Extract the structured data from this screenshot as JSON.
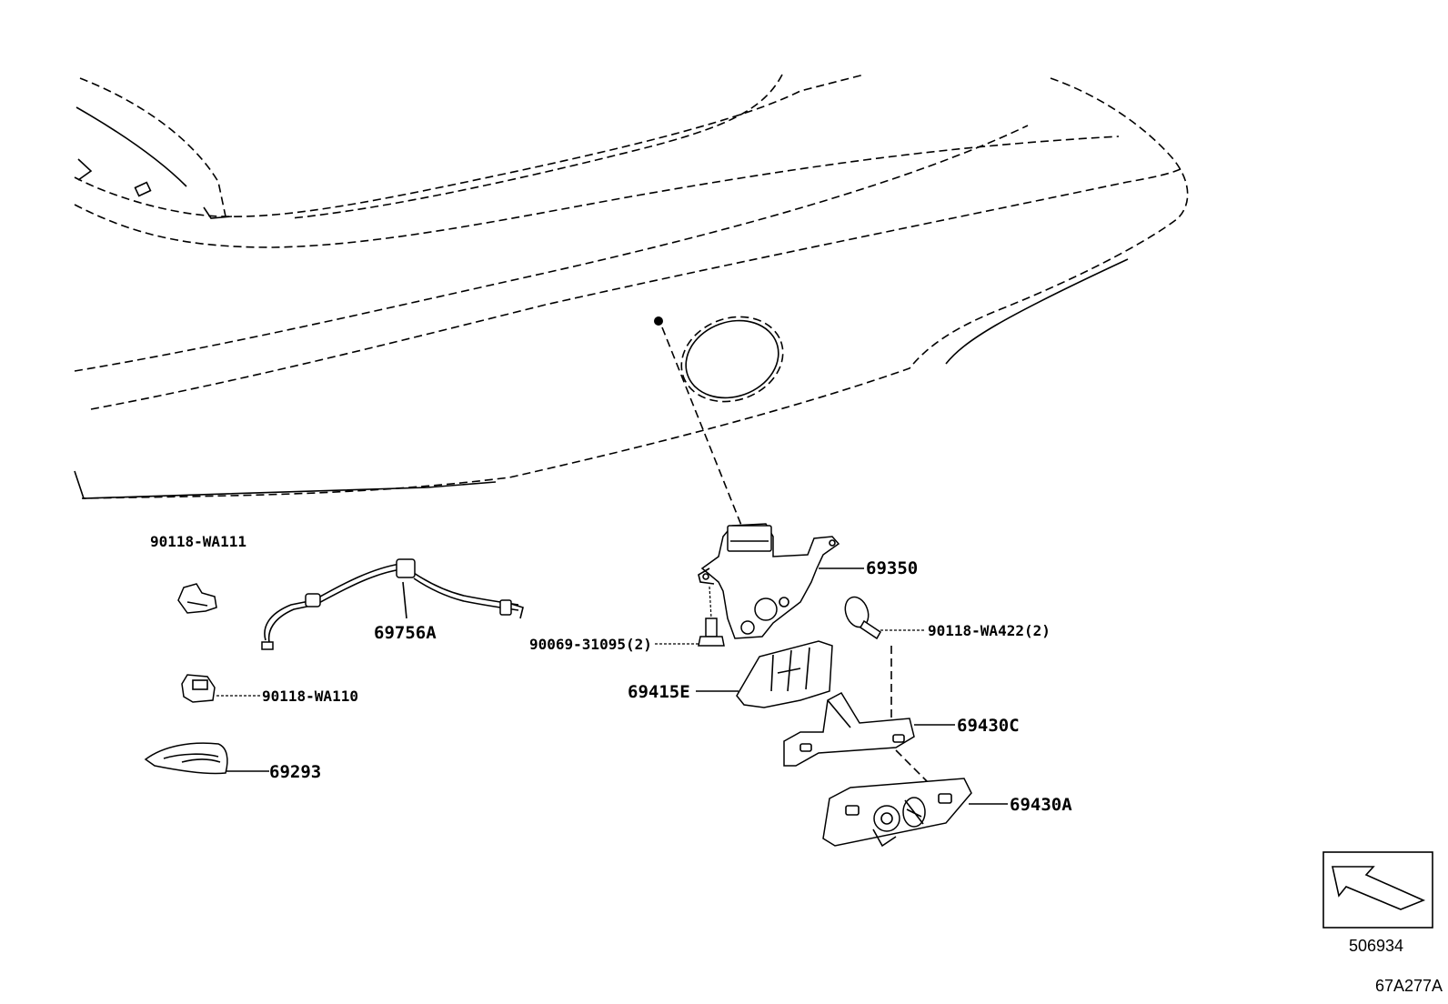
{
  "parts": {
    "p69350": "69350",
    "p69756A": "69756A",
    "p90118_WA111": "90118-WA111",
    "p90118_WA110": "90118-WA110",
    "p69293": "69293",
    "p90069_31095": "90069-31095(2)",
    "p90118_WA422": "90118-WA422(2)",
    "p69415E": "69415E",
    "p69430C": "69430C",
    "p69430A": "69430A"
  },
  "view_box_code": "506934",
  "figure_code": "67A277A"
}
